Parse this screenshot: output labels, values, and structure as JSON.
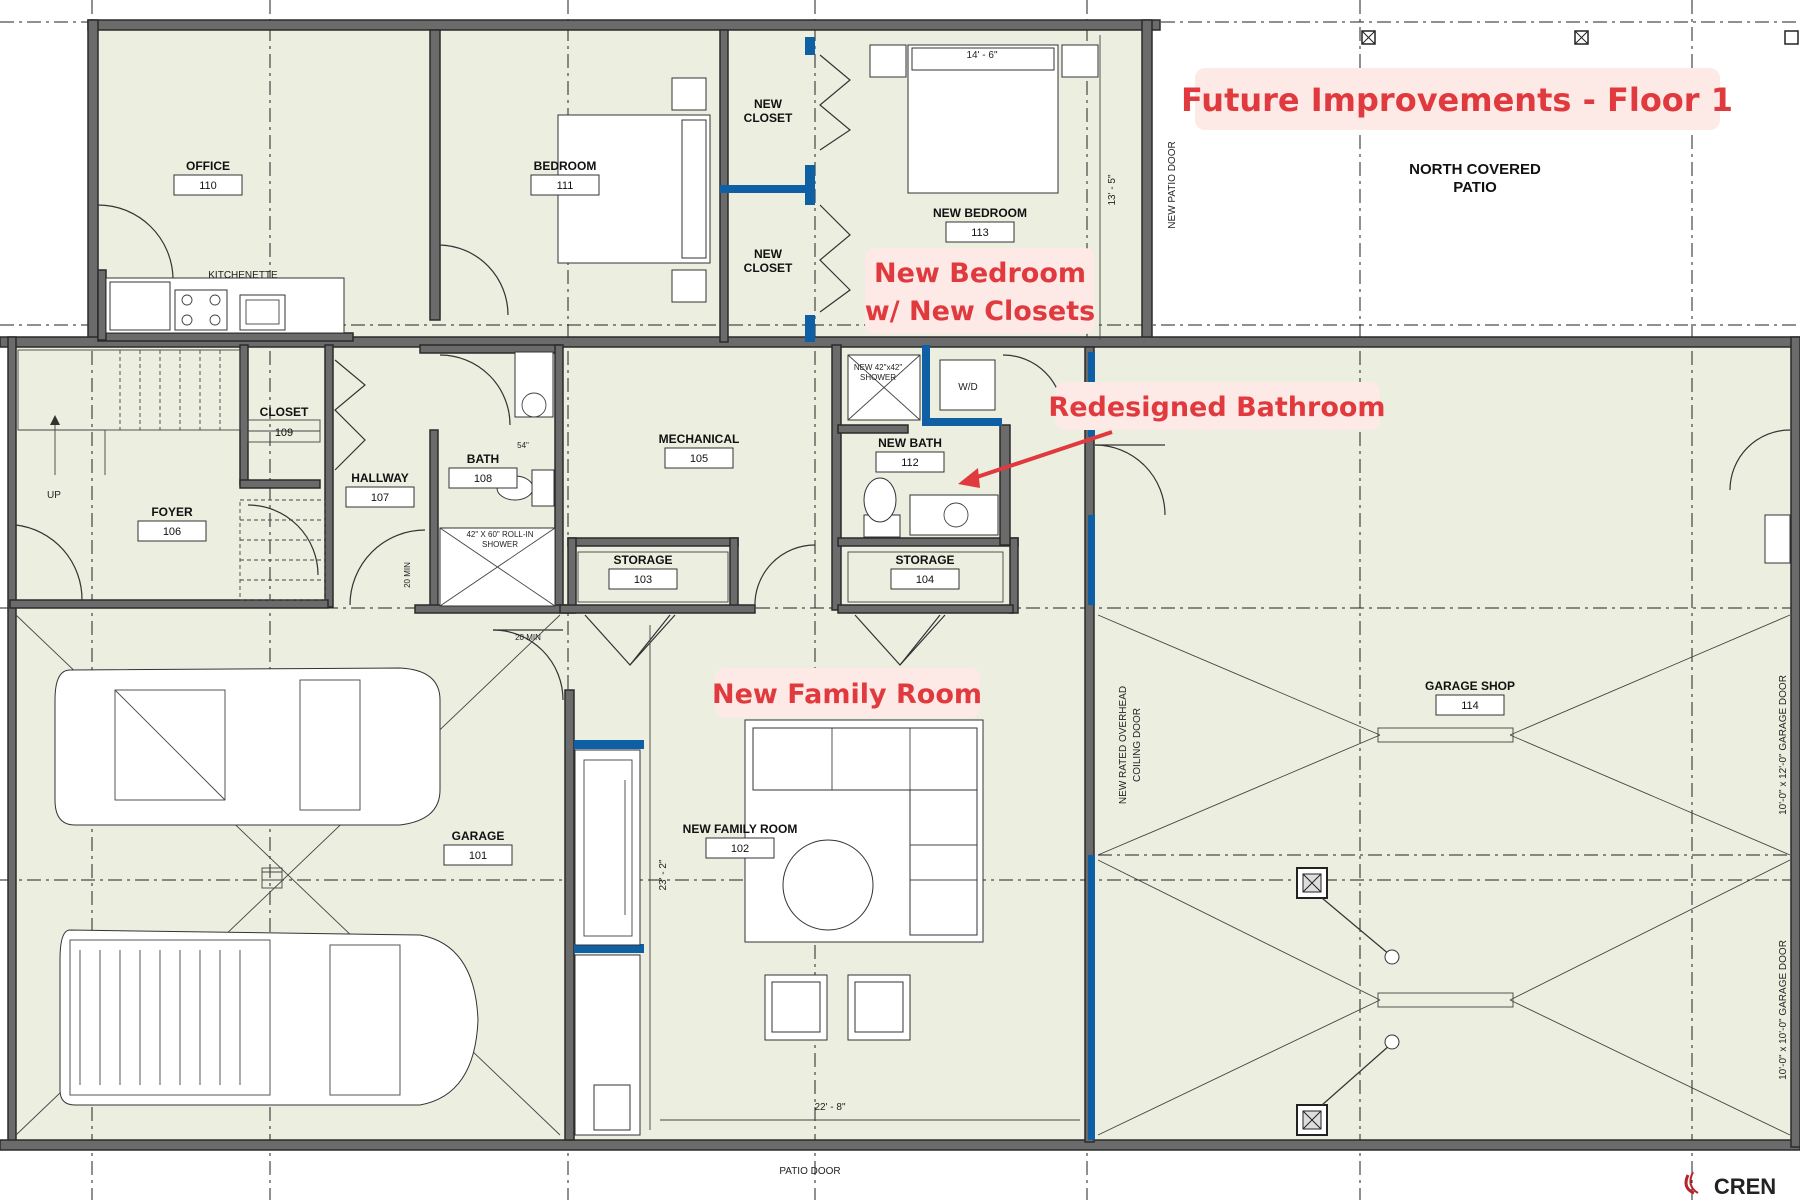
{
  "title_annotation": "Future Improvements  - Floor 1",
  "annotations": {
    "new_bedroom_line1": "New Bedroom",
    "new_bedroom_line2": "w/ New Closets",
    "redesigned_bathroom": "Redesigned Bathroom",
    "new_family_room": "New Family Room"
  },
  "rooms": {
    "office": {
      "name": "OFFICE",
      "number": "110"
    },
    "bedroom": {
      "name": "BEDROOM",
      "number": "111"
    },
    "new_bedroom": {
      "name": "NEW BEDROOM",
      "number": "113"
    },
    "closet": {
      "name": "CLOSET",
      "number": "109"
    },
    "hallway": {
      "name": "HALLWAY",
      "number": "107"
    },
    "foyer": {
      "name": "FOYER",
      "number": "106"
    },
    "bath": {
      "name": "BATH",
      "number": "108"
    },
    "mechanical": {
      "name": "MECHANICAL",
      "number": "105"
    },
    "new_bath": {
      "name": "NEW BATH",
      "number": "112"
    },
    "storage_103": {
      "name": "STORAGE",
      "number": "103"
    },
    "storage_104": {
      "name": "STORAGE",
      "number": "104"
    },
    "garage": {
      "name": "GARAGE",
      "number": "101"
    },
    "new_family_room": {
      "name": "NEW FAMILY ROOM",
      "number": "102"
    },
    "garage_shop": {
      "name": "GARAGE SHOP",
      "number": "114"
    }
  },
  "labels": {
    "kitchenette": "KITCHENETTE",
    "new_closet": "NEW",
    "new_closet_2": "CLOSET",
    "wd": "W/D",
    "up": "UP",
    "north_covered_patio_1": "NORTH COVERED",
    "north_covered_patio_2": "PATIO",
    "new_patio_door": "NEW PATIO DOOR",
    "patio_door": "PATIO DOOR",
    "overhead_door_1": "NEW RATED OVERHEAD",
    "overhead_door_2": "COILING DOOR",
    "garage_door_upper": "10'-0\" x 12'-0\" GARAGE DOOR",
    "garage_door_lower": "10'-0\" x 10'-0\" GARAGE DOOR",
    "new_shower_1": "NEW 42\"x42\"",
    "new_shower_2": "SHOWER",
    "rollin_shower_1": "42\" X 60\" ROLL-IN",
    "rollin_shower_2": "SHOWER",
    "min_20_a": "20 MIN",
    "min_20_b": "20 MIN",
    "dim_54": "54\""
  },
  "dimensions": {
    "bed_width": "14' - 6\"",
    "bed_depth": "13' - 5\"",
    "family_depth": "23' - 2\"",
    "family_width": "22' - 8\""
  },
  "logo": "CREN",
  "colors": {
    "annotation_red": "#e03a3e",
    "annotation_bg": "#fde9e6",
    "floor_fill": "#eceee0",
    "new_wall_blue": "#0e5fa4",
    "wall": "#6b6b6b"
  }
}
